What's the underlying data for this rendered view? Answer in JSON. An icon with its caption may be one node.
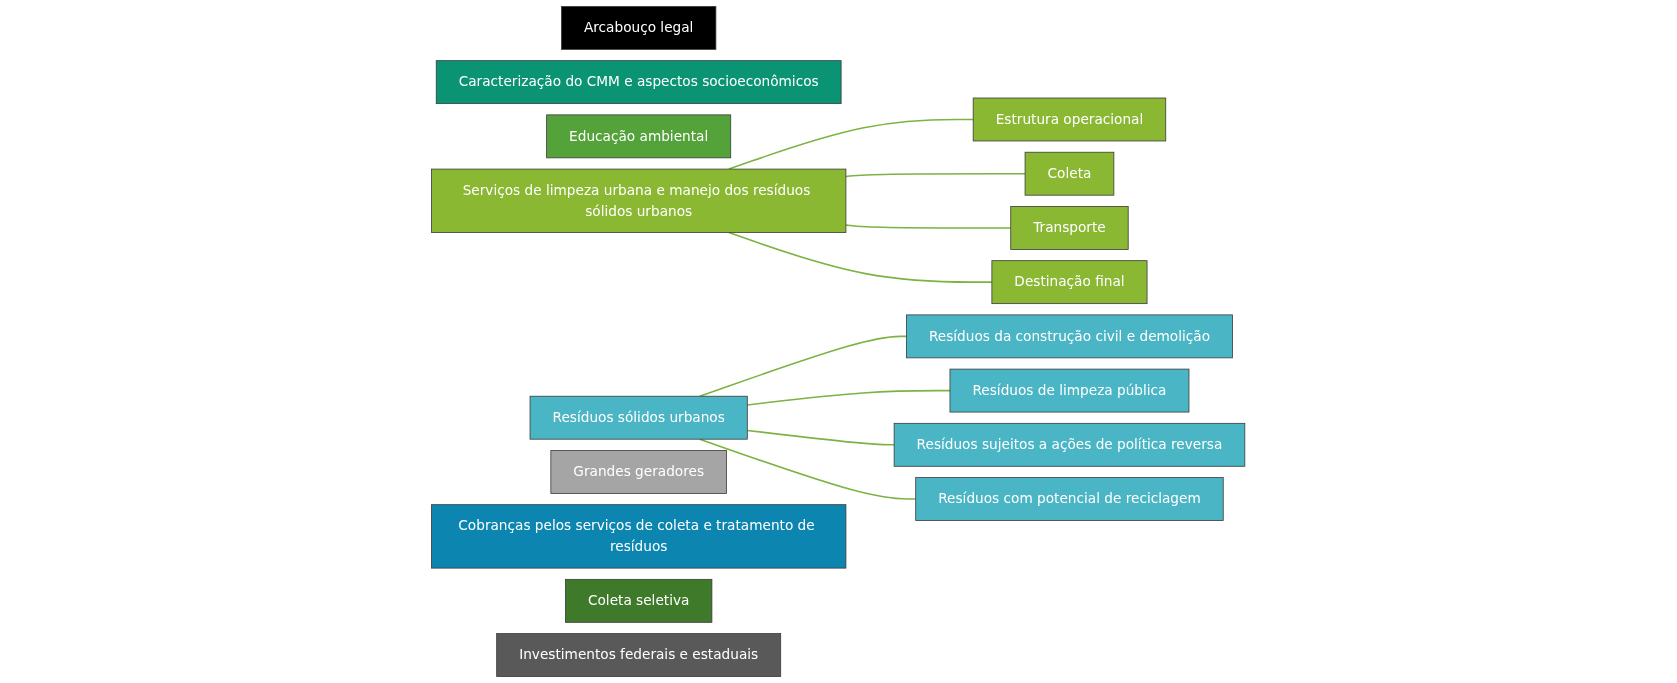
{
  "diagram": {
    "nodes": [
      {
        "text": [
          "Arcabouço legal"
        ]
      },
      {
        "text": [
          "Caracterização do CMM e aspectos socioeconômicos"
        ]
      },
      {
        "text": [
          "Educação ambiental"
        ]
      },
      {
        "text": [
          "Serviços de limpeza urbana e manejo dos resíduos sólidos urbanos"
        ]
      },
      {
        "text": [
          "Resíduos sólidos urbanos"
        ]
      },
      {
        "text": [
          "Grandes geradores"
        ]
      },
      {
        "text": [
          "Cobranças pelos serviços de coleta e tratamento de resíduos"
        ]
      },
      {
        "text": [
          "Coleta seletiva"
        ]
      },
      {
        "text": [
          "Investimentos federais e estaduais"
        ]
      },
      {
        "text": [
          "Estrutura operacional"
        ]
      },
      {
        "text": [
          "Coleta"
        ]
      },
      {
        "text": [
          "Transporte"
        ]
      },
      {
        "text": [
          "Destinação final"
        ]
      },
      {
        "text": [
          "Resíduos da construção civil e demolição"
        ]
      },
      {
        "text": [
          "Resíduos de limpeza pública"
        ]
      },
      {
        "text": [
          "Resíduos sujeitos a ações de política reversa"
        ]
      },
      {
        "text": [
          "Resíduos com potencial de reciclagem"
        ]
      }
    ],
    "edges": [
      {
        "from": 3,
        "to": 9,
        "arrow": "none"
      },
      {
        "from": 3,
        "to": 10,
        "arrow": "none"
      },
      {
        "from": 3,
        "to": 11,
        "arrow": "none"
      },
      {
        "from": 3,
        "to": 12,
        "arrow": "none"
      },
      {
        "from": 4,
        "to": 13,
        "arrow": "none"
      },
      {
        "from": 4,
        "to": 14,
        "arrow": "none"
      },
      {
        "from": 4,
        "to": 15,
        "arrow": "none"
      },
      {
        "from": 4,
        "to": 16,
        "arrow": "none"
      }
    ]
  }
}
